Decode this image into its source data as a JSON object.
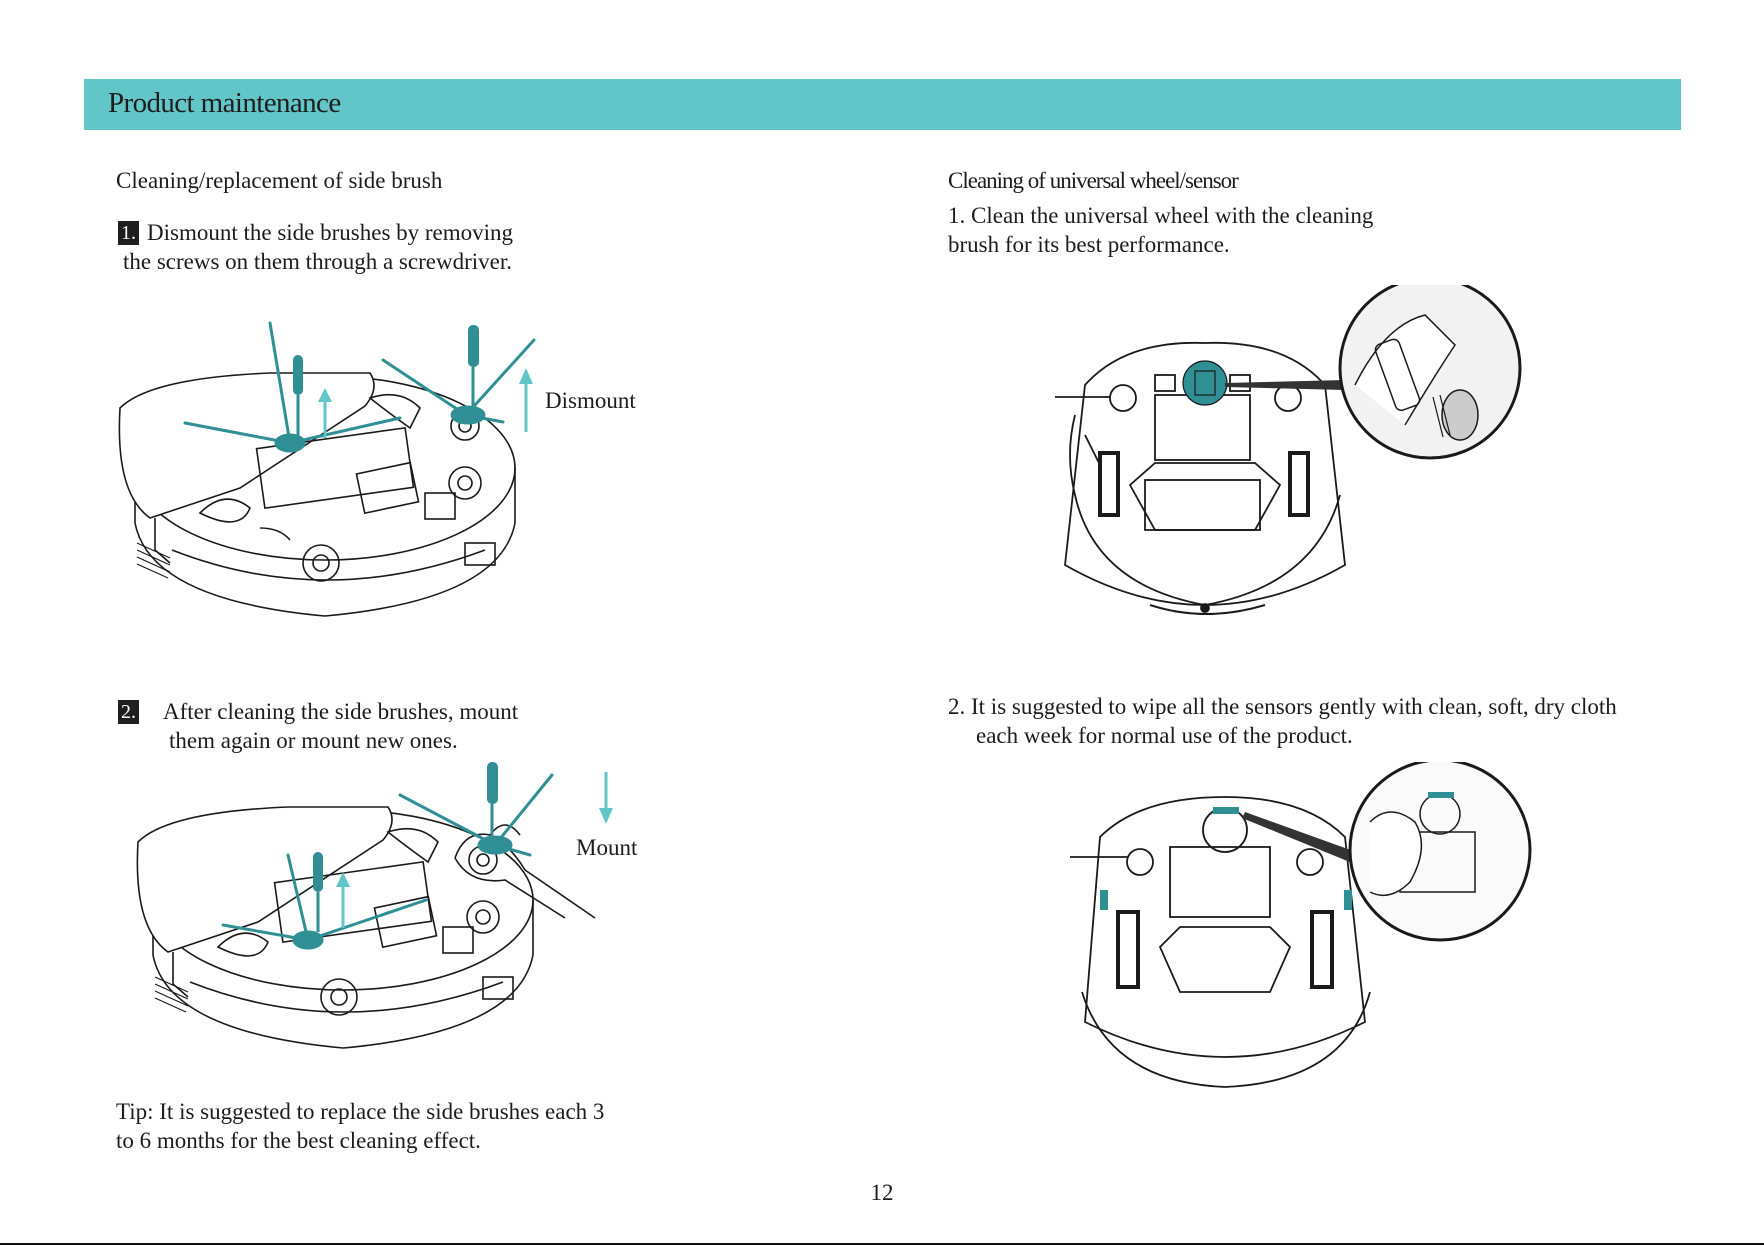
{
  "header": {
    "title": "Product maintenance"
  },
  "left": {
    "heading": "Cleaning/replacement of side brush",
    "step1": {
      "number": "1.",
      "line1": "Dismount the side brushes by removing",
      "line2": "the screws on them through a screwdriver.",
      "label": "Dismount"
    },
    "step2": {
      "number": "2.",
      "line1": "After cleaning the side brushes, mount",
      "line2": "them again or mount new ones.",
      "label": "Mount"
    },
    "tip": {
      "line1": "Tip: It is suggested to replace the side brushes each 3",
      "line2": "to 6 months for the best cleaning effect."
    }
  },
  "right": {
    "heading": "Cleaning of universal wheel/sensor",
    "item1": {
      "line1": "1. Clean the universal wheel with the cleaning",
      "line2": "brush for its best performance."
    },
    "item2": {
      "line1": "2. It is suggested to wipe all the sensors gently with clean, soft, dry cloth",
      "line2": "each week for normal use of the product."
    }
  },
  "footer": {
    "page_number": "12"
  },
  "colors": {
    "accent": "#62c6c8",
    "illustration_teal": "#2f8f94",
    "line": "#1a1a1a"
  },
  "icons": [
    "screwdriver-icon",
    "side-brush-icon",
    "arrow-up-icon",
    "arrow-down-icon",
    "hand-icon",
    "magnifier-icon"
  ]
}
